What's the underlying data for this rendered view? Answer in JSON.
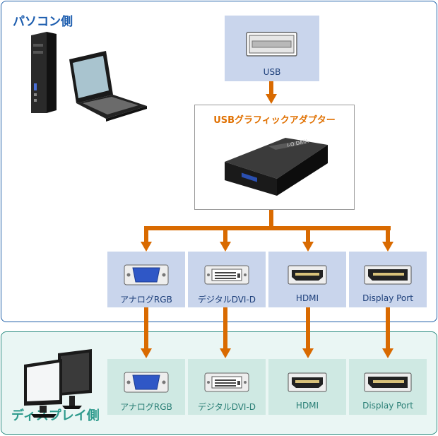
{
  "pc_side_title": "パソコン側",
  "display_side_title": "ディスプレイ側",
  "usb_label": "USB",
  "adapter_title": "USBグラフィックアダプター",
  "adapter_brand": "I-O DATA",
  "ports": [
    {
      "label": "アナログRGB",
      "icon": "vga-connector-icon"
    },
    {
      "label": "デジタルDVI-D",
      "icon": "dvi-connector-icon"
    },
    {
      "label": "HDMI",
      "icon": "hdmi-connector-icon"
    },
    {
      "label": "Display Port",
      "icon": "displayport-connector-icon"
    }
  ],
  "colors": {
    "pc_border": "#1f5fa8",
    "display_border": "#2e8d82",
    "arrow": "#d96a00",
    "pc_box": "#c9d5ec",
    "display_box": "#cfe9e3"
  }
}
